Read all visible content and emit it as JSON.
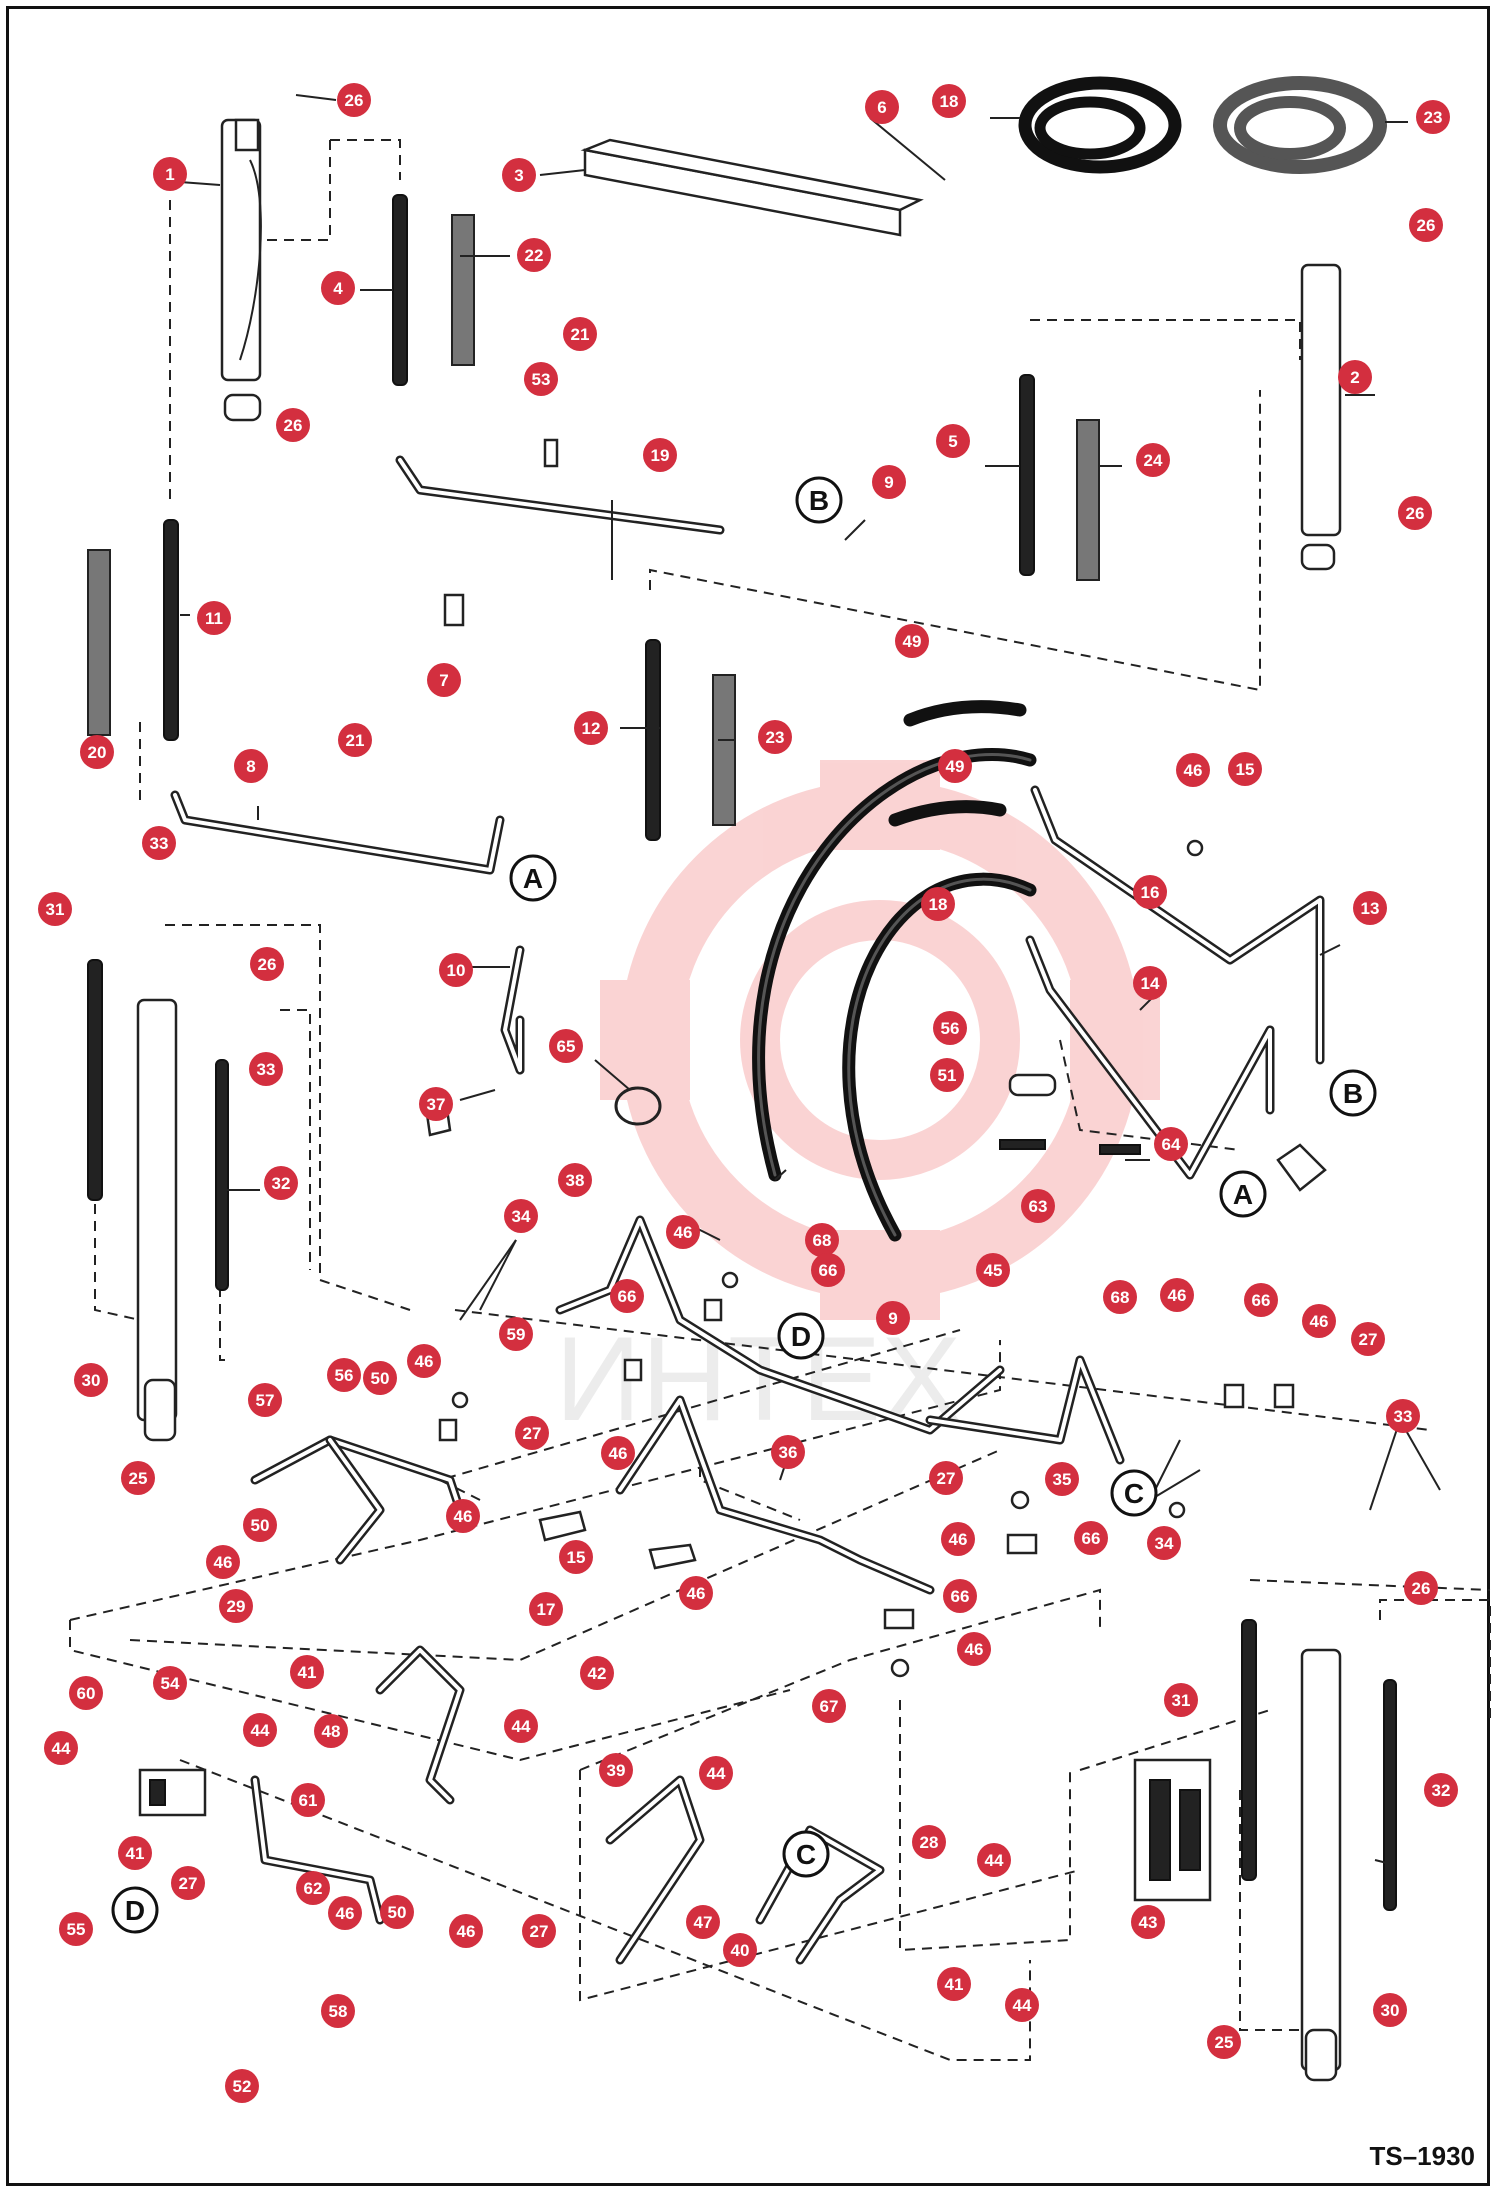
{
  "diagram": {
    "reference_code": "TS–1930",
    "watermark_text": "ИНТЕХ",
    "callout_color": "#d32f3f",
    "watermark_color": "#f4a0a0",
    "callouts": [
      "1",
      "2",
      "3",
      "4",
      "5",
      "6",
      "7",
      "8",
      "9",
      "10",
      "11",
      "12",
      "13",
      "14",
      "15",
      "16",
      "17",
      "18",
      "19",
      "20",
      "21",
      "22",
      "23",
      "24",
      "25",
      "26",
      "27",
      "28",
      "29",
      "30",
      "31",
      "32",
      "33",
      "34",
      "35",
      "36",
      "37",
      "38",
      "39",
      "40",
      "41",
      "42",
      "43",
      "44",
      "45",
      "46",
      "47",
      "48",
      "49",
      "50",
      "51",
      "52",
      "53",
      "54",
      "55",
      "56",
      "57",
      "58",
      "59",
      "60",
      "61",
      "62",
      "63",
      "64",
      "65",
      "66",
      "67",
      "68"
    ],
    "connection_letters": [
      "A",
      "B",
      "C",
      "D"
    ]
  }
}
